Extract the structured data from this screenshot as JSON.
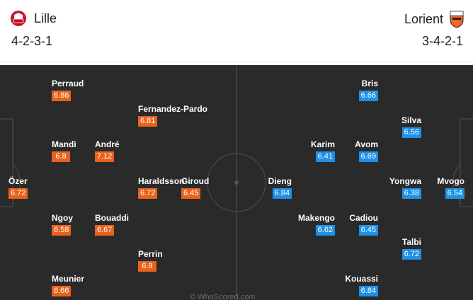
{
  "home": {
    "name": "Lille",
    "formation": "4-2-3-1",
    "color": "#e8621c",
    "players": [
      {
        "name": "Özer",
        "rating": "6.72"
      },
      {
        "name": "Perraud",
        "rating": "6.86"
      },
      {
        "name": "Mandi",
        "rating": "6.8"
      },
      {
        "name": "Ngoy",
        "rating": "6.58"
      },
      {
        "name": "Meunier",
        "rating": "6.66"
      },
      {
        "name": "André",
        "rating": "7.12"
      },
      {
        "name": "Bouaddi",
        "rating": "6.67"
      },
      {
        "name": "Fernandez-Pardo",
        "rating": "6.81"
      },
      {
        "name": "Haraldsson",
        "rating": "6.72"
      },
      {
        "name": "Perrin",
        "rating": "6.9"
      },
      {
        "name": "Giroud",
        "rating": "6.45"
      }
    ]
  },
  "away": {
    "name": "Lorient",
    "formation": "3-4-2-1",
    "color": "#1e90e6",
    "players": [
      {
        "name": "Mvogo",
        "rating": "6.54"
      },
      {
        "name": "Silva",
        "rating": "6.56"
      },
      {
        "name": "Yongwa",
        "rating": "6.38"
      },
      {
        "name": "Talbi",
        "rating": "6.72"
      },
      {
        "name": "Bris",
        "rating": "6.66"
      },
      {
        "name": "Avom",
        "rating": "6.69"
      },
      {
        "name": "Cadiou",
        "rating": "6.45"
      },
      {
        "name": "Kouassi",
        "rating": "6.84"
      },
      {
        "name": "Karim",
        "rating": "6.41"
      },
      {
        "name": "Makengo",
        "rating": "6.62"
      },
      {
        "name": "Dieng",
        "rating": "6.84"
      }
    ]
  },
  "watermark": "© WhoScored.com"
}
